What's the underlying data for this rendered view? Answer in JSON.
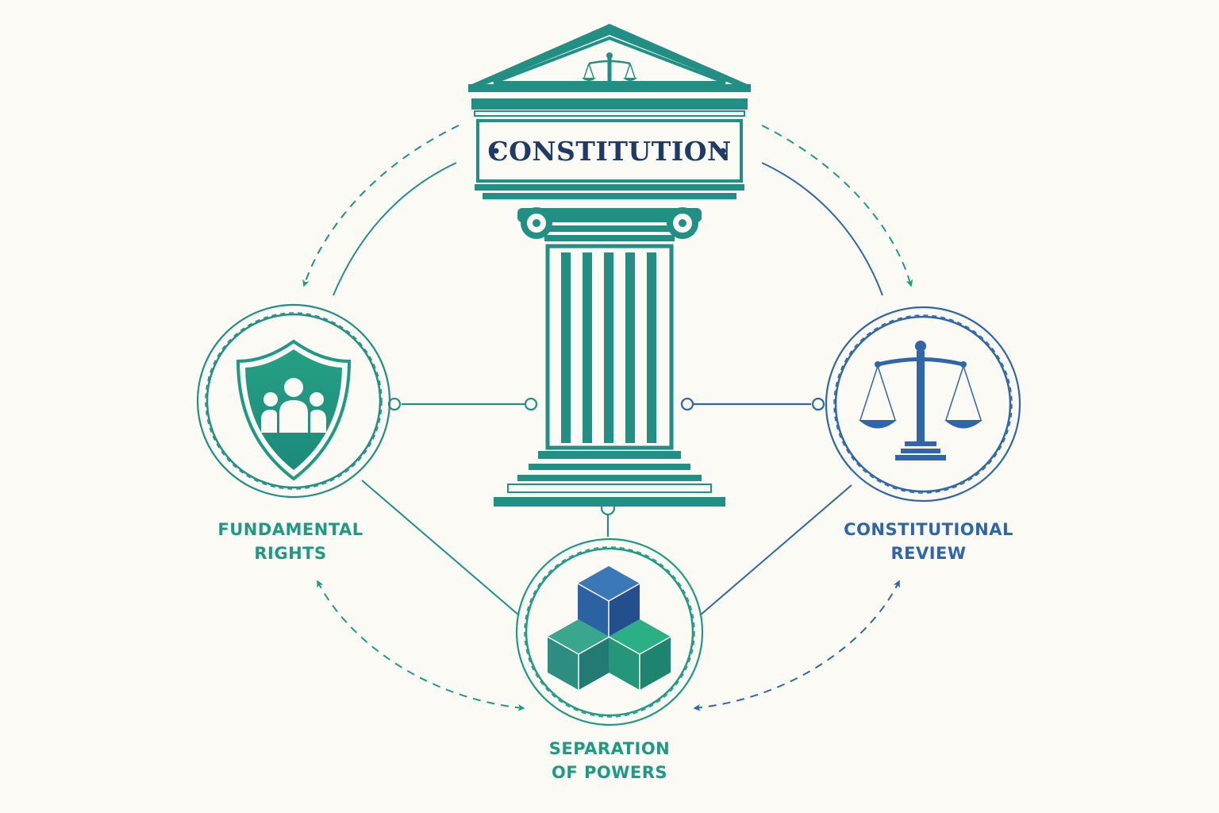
{
  "constitution": {
    "title": "CONSTITUTION",
    "icon": "scales-of-justice-icon"
  },
  "nodes": [
    {
      "id": "rights",
      "lines": [
        "FUNDAMENTAL",
        "RIGHTS"
      ],
      "icon": "shield-people-icon",
      "color": "#1f9a82"
    },
    {
      "id": "review",
      "lines": [
        "CONSTITUTIONAL",
        "REVIEW"
      ],
      "icon": "scales-of-justice-icon",
      "color": "#2e66a8"
    },
    {
      "id": "separation",
      "lines": [
        "SEPARATION",
        "OF POWERS"
      ],
      "icon": "three-cubes-icon",
      "color": "#1f9a82"
    }
  ],
  "colors": {
    "teal": "#218f83",
    "green": "#1f9a82",
    "blue": "#2e66a8",
    "navy": "#1f3b64",
    "background": "#fbfaf5"
  }
}
